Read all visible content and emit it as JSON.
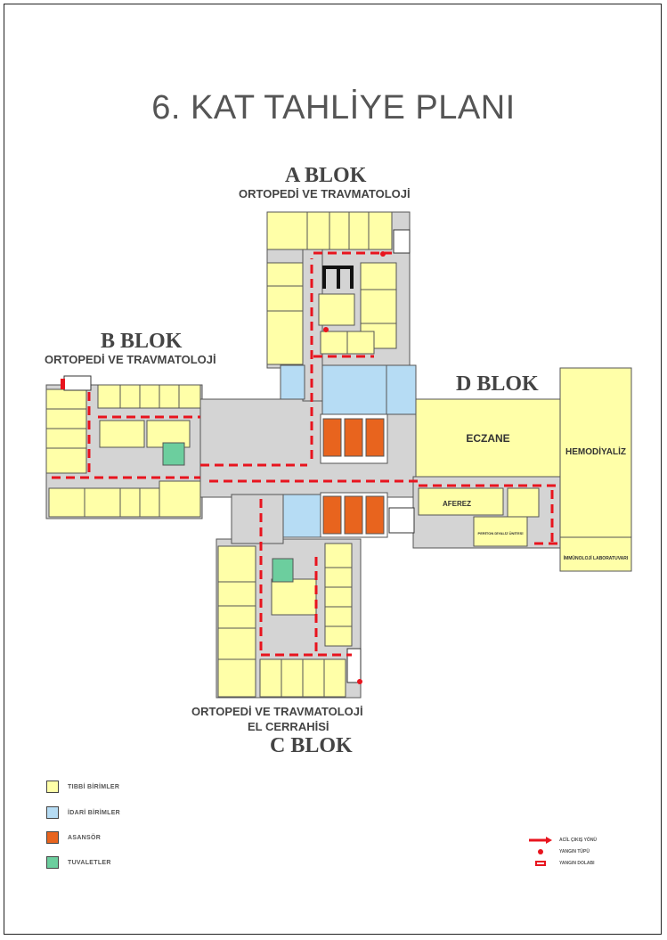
{
  "title": "6. KAT TAHLİYE PLANI",
  "blocks": {
    "a": {
      "name": "A BLOK",
      "subtitle": "ORTOPEDİ VE TRAVMATOLOJİ"
    },
    "b": {
      "name": "B BLOK",
      "subtitle": "ORTOPEDİ VE TRAVMATOLOJİ"
    },
    "c": {
      "name": "C BLOK",
      "subtitle": "ORTOPEDİ VE TRAVMATOLOJİ",
      "subtitle2": "EL CERRAHİSİ"
    },
    "d": {
      "name": "D BLOK"
    }
  },
  "rooms": {
    "eczane": "ECZANE",
    "hemodiyaliz": "HEMODİYALİZ",
    "aferez": "AFEREZ",
    "periton": "PERİTON DİYALİZ ÜNİTESİ",
    "immunoloji": "İMMÜNOLOJİ LABORATUVARI"
  },
  "legend": {
    "items": [
      {
        "label": "TIBBİ BİRİMLER",
        "color": "#ffffa8"
      },
      {
        "label": "İDARİ BİRİMLER",
        "color": "#b6dcf4"
      },
      {
        "label": "ASANSÖR",
        "color": "#e8641e"
      },
      {
        "label": "TUVALETLER",
        "color": "#6cce9e"
      }
    ],
    "symbols": [
      {
        "label": "ACİL ÇIKIŞ YÖNÜ",
        "icon": "arrow-icon"
      },
      {
        "label": "YANGIN TÜPÜ",
        "icon": "dot-icon"
      },
      {
        "label": "YANGIN DOLABI",
        "icon": "cabinet-icon"
      }
    ]
  },
  "colors": {
    "medical": "#ffffa8",
    "admin": "#b6dcf4",
    "elevator": "#e8641e",
    "toilet": "#6cce9e",
    "corridor": "#d4d4d4",
    "exit": "#e8141e"
  }
}
